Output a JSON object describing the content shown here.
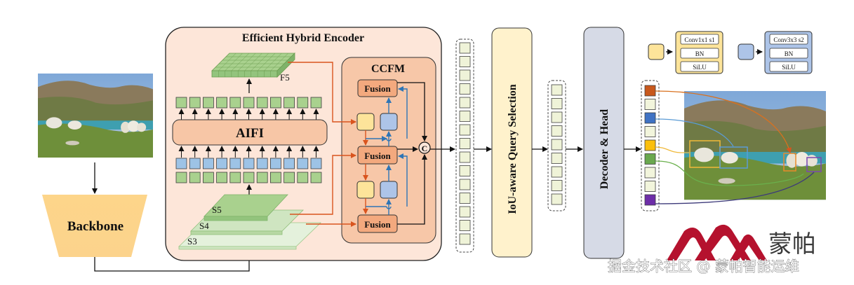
{
  "input_image": {
    "description": "sheep on grassy hillside by lake with mountains"
  },
  "backbone": {
    "label": "Backbone"
  },
  "encoder": {
    "title": "Efficient Hybrid Encoder",
    "aifi_label": "AIFI",
    "f5_label": "F5",
    "stage_labels": [
      "S5",
      "S4",
      "S3"
    ],
    "token_count": 11
  },
  "ccfm": {
    "title": "CCFM",
    "fusion_labels": [
      "Fusion",
      "Fusion",
      "Fusion"
    ],
    "concat_label": "C"
  },
  "query_selection": {
    "label": "IoU-aware Query Selection",
    "input_tokens": 15,
    "output_tokens": 9
  },
  "decoder": {
    "label": "Decoder & Head"
  },
  "legend": {
    "yellow_block": {
      "color": "#fde49a",
      "layers": [
        "Conv1x1 s1",
        "BN",
        "SiLU"
      ]
    },
    "blue_block": {
      "color": "#adc4e8",
      "layers": [
        "Conv3x3 s2",
        "BN",
        "SiLU"
      ]
    }
  },
  "output_queries": {
    "colors": [
      "#c8581c",
      "#f2f5dc",
      "#3f72c4",
      "#f2f5dc",
      "#fbbf0c",
      "#6aa84f",
      "#f2f5dc",
      "#f2f5dc",
      "#6d2da8"
    ]
  },
  "detections": [
    {
      "color": "#e88a2a",
      "target": "sheep group right"
    },
    {
      "color": "#5b9bd5",
      "target": "sheep center"
    },
    {
      "color": "#f0b93a",
      "target": "sheep left"
    },
    {
      "color": "#6ab04c",
      "target": "sheep right"
    },
    {
      "color": "#4b3a8c",
      "target": "sheep far right"
    }
  ],
  "colors": {
    "encoder_bg": "#fde6d9",
    "ccfm_bg": "#f7c7a8",
    "fusion_bg": "#f3a97e",
    "green_token": "#a9d18e",
    "blue_token": "#9dc3e6",
    "query_token": "#eff3d8",
    "qs_bg": "#fff2cc",
    "decoder_bg": "#d6dae6",
    "backbone_bg": "#fdd58a",
    "orange_arrow": "#d9541e",
    "blue_arrow": "#2e75b6",
    "logo_red": "#b5122e"
  },
  "watermark": {
    "logo_text": "蒙帕",
    "caption": "掘金技术社区 @ 蒙帕智能运维"
  }
}
